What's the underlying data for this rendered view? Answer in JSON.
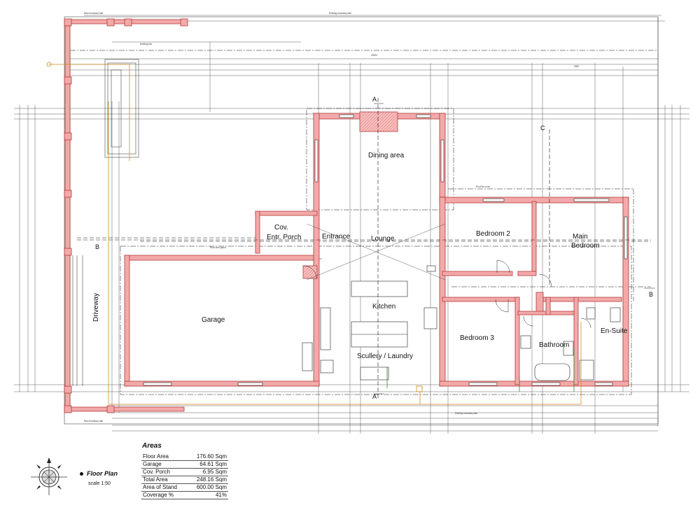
{
  "rooms": {
    "dining_area": "Dining area",
    "lounge": "Lounge",
    "kitchen": "Kitchen",
    "scullery_laundry": "Scullery / Laundry",
    "entrance": "Entrance",
    "cov_entr_porch_1": "Cov.",
    "cov_entr_porch_2": "Entr. Porch",
    "garage": "Garage",
    "driveway": "Driveway",
    "bedroom2": "Bedroom 2",
    "main_bedroom_1": "Main",
    "main_bedroom_2": "Bedroom",
    "bedroom3": "Bedroom 3",
    "bathroom": "Bathroom",
    "en_suite": "En-Suite"
  },
  "section_markers": {
    "a_top": "A",
    "a_bottom": "A",
    "b_left": "B",
    "b_right": "B",
    "c_top": "C"
  },
  "legend": {
    "title": "Floor Plan",
    "scale": "scale 1:50"
  },
  "areas": {
    "title": "Areas",
    "rows": [
      {
        "label": "Floor Area",
        "value": "176.60 Sqm"
      },
      {
        "label": "Garage",
        "value": "64.61 Sqm"
      },
      {
        "label": "Cov. Porch",
        "value": "6.95 Sqm"
      },
      {
        "label": "Total Area",
        "value": "248.16 Sqm"
      },
      {
        "label": "Area of Stand",
        "value": "600.00 Sqm"
      },
      {
        "label": "Coverage %",
        "value": "41%"
      }
    ]
  },
  "colors": {
    "wall_fill": "#f3a9a9",
    "wall_stroke": "#b23a3a",
    "services_line": "#d08a1c",
    "drain_line": "#2e8b2e"
  }
}
